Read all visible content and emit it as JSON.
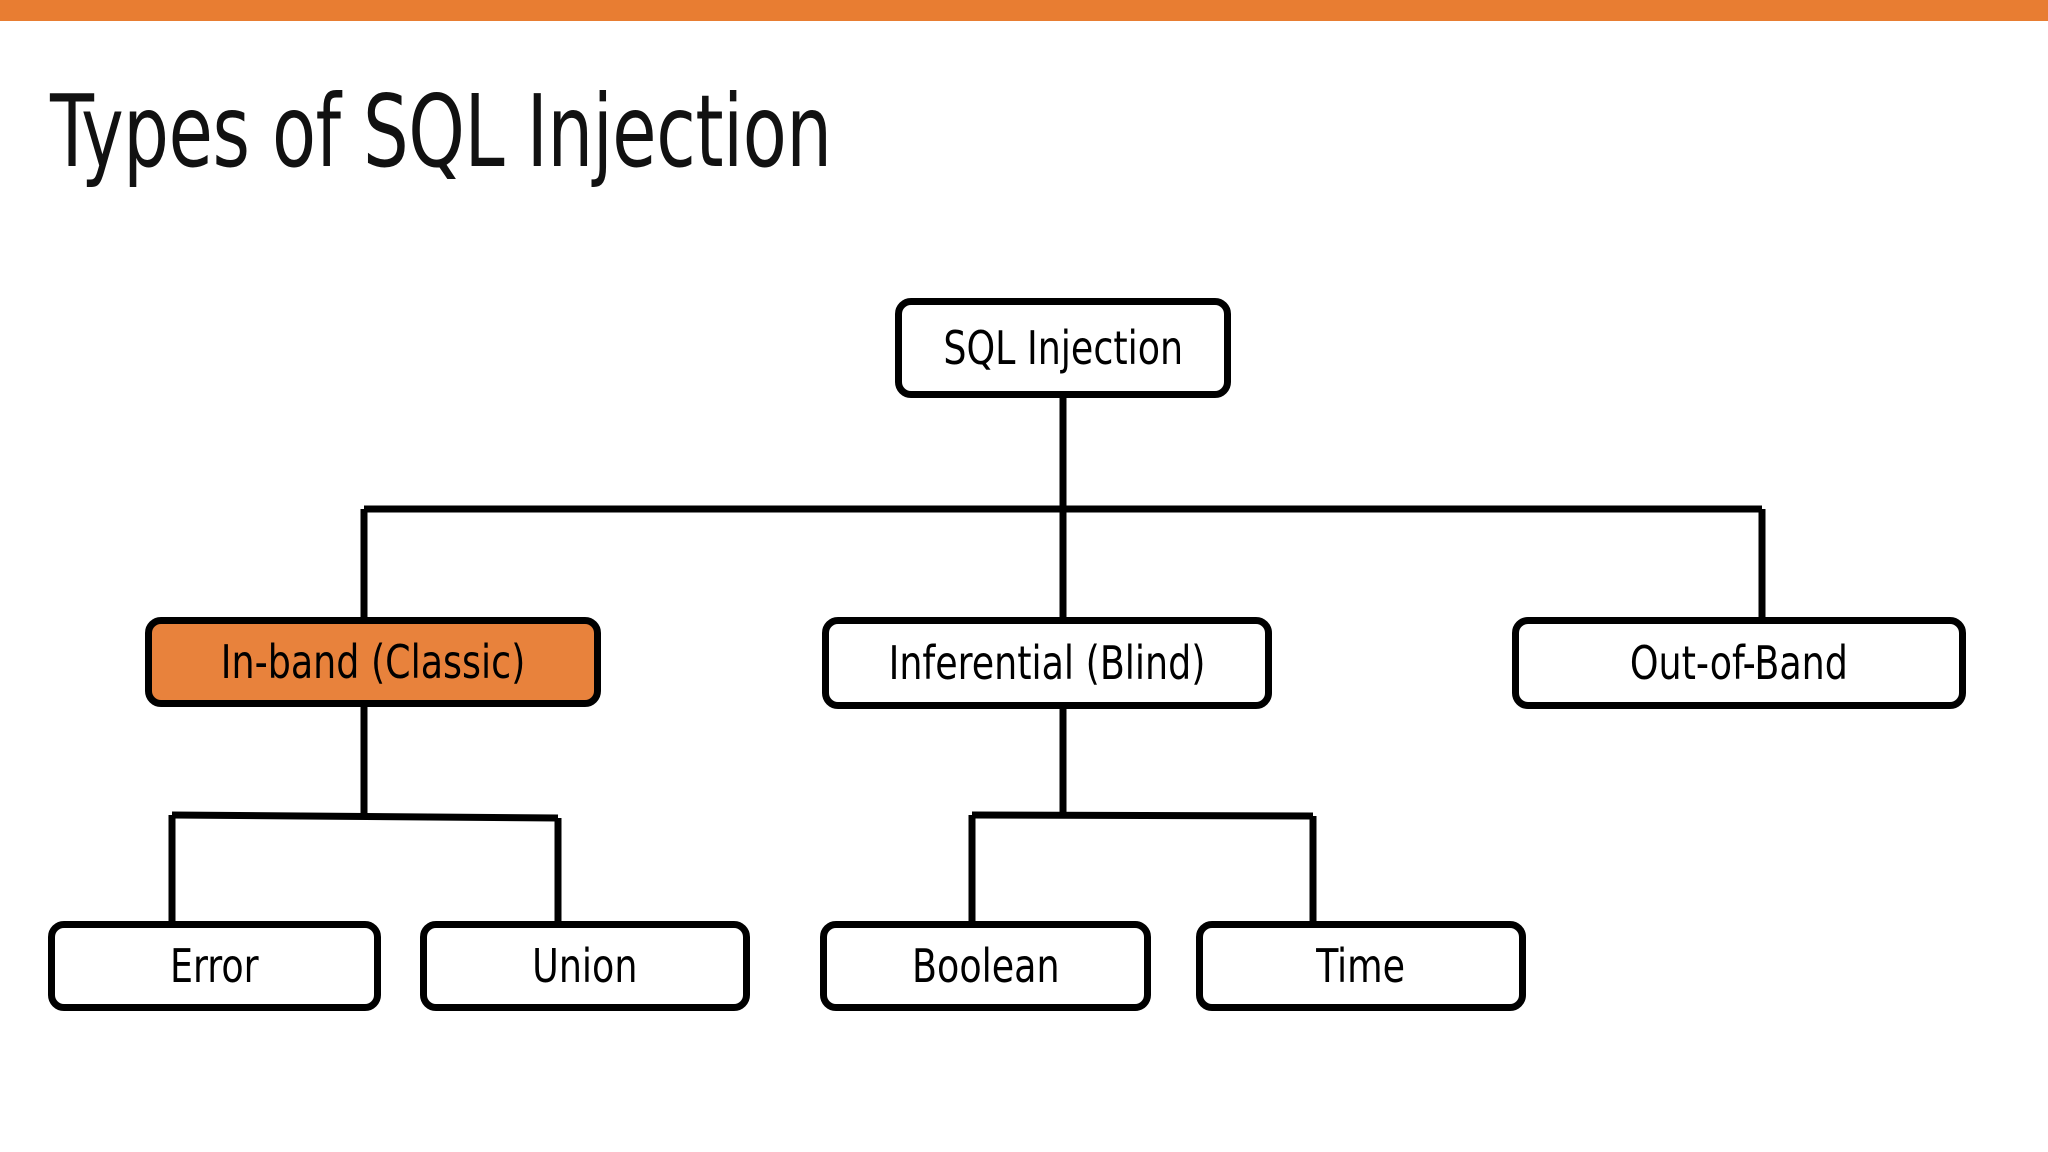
{
  "slide": {
    "title": "Types of SQL Injection",
    "accent_color": "#E87D32",
    "background_color": "#FFFFFF",
    "highlight_fill": "#E8823C",
    "line_color": "#000000",
    "text_color": "#000000"
  },
  "diagram": {
    "type": "tree",
    "root": {
      "id": "root",
      "label": "SQL Injection",
      "highlighted": false
    },
    "level2": [
      {
        "id": "inband",
        "label": "In-band (Classic)",
        "highlighted": true
      },
      {
        "id": "inferential",
        "label": "Inferential (Blind)",
        "highlighted": false
      },
      {
        "id": "oob",
        "label": "Out-of-Band",
        "highlighted": false
      }
    ],
    "level3": [
      {
        "id": "error",
        "label": "Error",
        "parent": "inband",
        "highlighted": false
      },
      {
        "id": "union",
        "label": "Union",
        "parent": "inband",
        "highlighted": false
      },
      {
        "id": "boolean",
        "label": "Boolean",
        "parent": "inferential",
        "highlighted": false
      },
      {
        "id": "time",
        "label": "Time",
        "parent": "inferential",
        "highlighted": false
      }
    ],
    "edges": [
      {
        "from": "root",
        "to": "inband"
      },
      {
        "from": "root",
        "to": "inferential"
      },
      {
        "from": "root",
        "to": "oob"
      },
      {
        "from": "inband",
        "to": "error"
      },
      {
        "from": "inband",
        "to": "union"
      },
      {
        "from": "inferential",
        "to": "boolean"
      },
      {
        "from": "inferential",
        "to": "time"
      }
    ]
  }
}
